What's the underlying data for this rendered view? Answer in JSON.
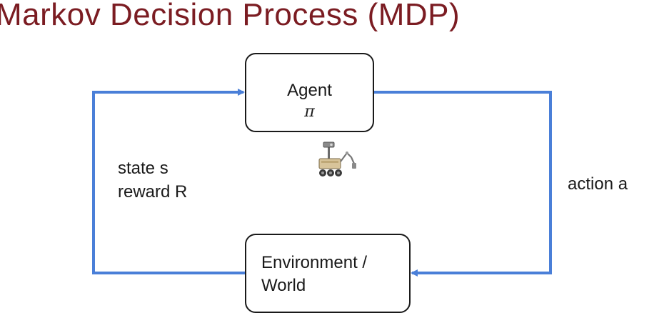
{
  "title": "Markov Decision Process (MDP)",
  "agent": {
    "label": "Agent",
    "policy_symbol": "π"
  },
  "environment": {
    "label_line1": "Environment /",
    "label_line2": "World"
  },
  "feedback": {
    "state_label": "state s",
    "reward_label": "reward R"
  },
  "action_label": "action a",
  "colors": {
    "title": "#7b1c22",
    "arrow": "#4a7fd8",
    "box_border": "#1a1a1a"
  },
  "icons": [
    "robot-rover-icon"
  ]
}
